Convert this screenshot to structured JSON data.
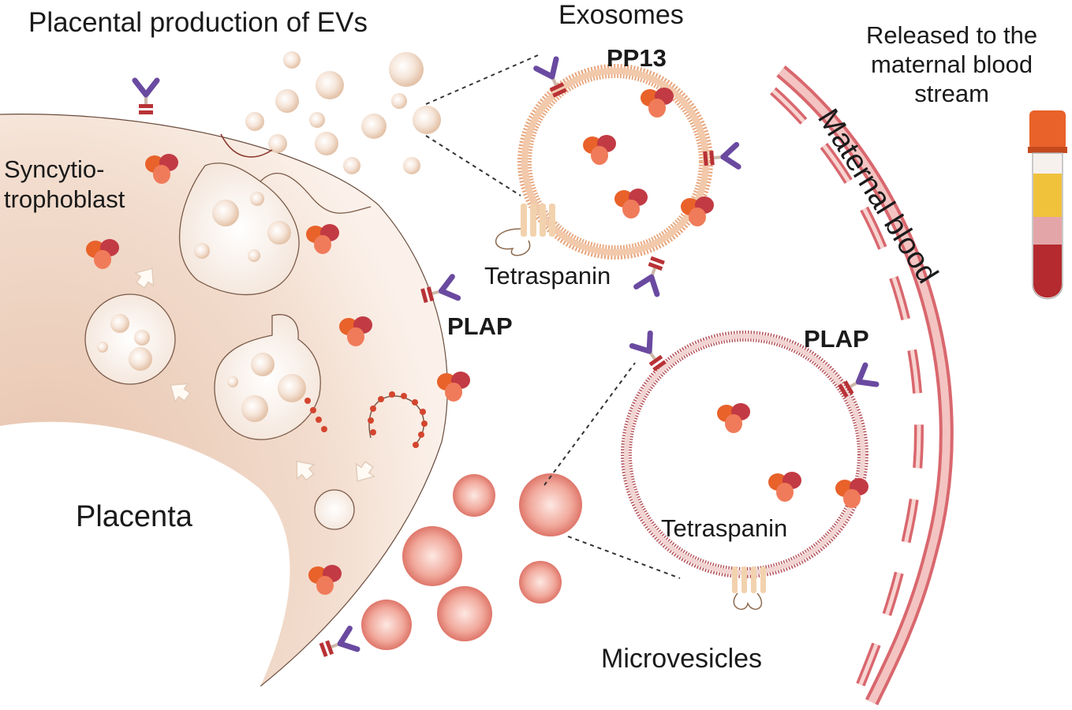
{
  "labels": {
    "title": "Placental production of EVs",
    "exosomes": "Exosomes",
    "pp13": "PP13",
    "released": "Released to the\nmaternal blood\nstream",
    "maternal_blood": "Maternal blood",
    "syncytiotrophoblast": "Syncytio-\ntrophoblast",
    "tetraspanin_exosome": "Tetraspanin",
    "plap_left": "PLAP",
    "plap_right": "PLAP",
    "tetraspanin_microvesicle": "Tetraspanin",
    "placenta": "Placenta",
    "microvesicles": "Microvesicles"
  },
  "colors": {
    "placenta_tissue": "#f2dccd",
    "membrane_orange": "#e8a77e",
    "membrane_red": "#b5535a",
    "vessel": "#d9676e",
    "vessel_light": "#f3c4c2",
    "protein_pp13": "#d94a3e",
    "antibody": "#6a4aa0",
    "receptor": "#b83236",
    "tube_cap": "#e8622a",
    "serum": "#f0c23c",
    "blood": "#b42a2e"
  },
  "icons": [
    "antibody-icon",
    "pp13-protein-icon",
    "tetraspanin-icon",
    "blood-tube-icon",
    "arrow-icon"
  ]
}
